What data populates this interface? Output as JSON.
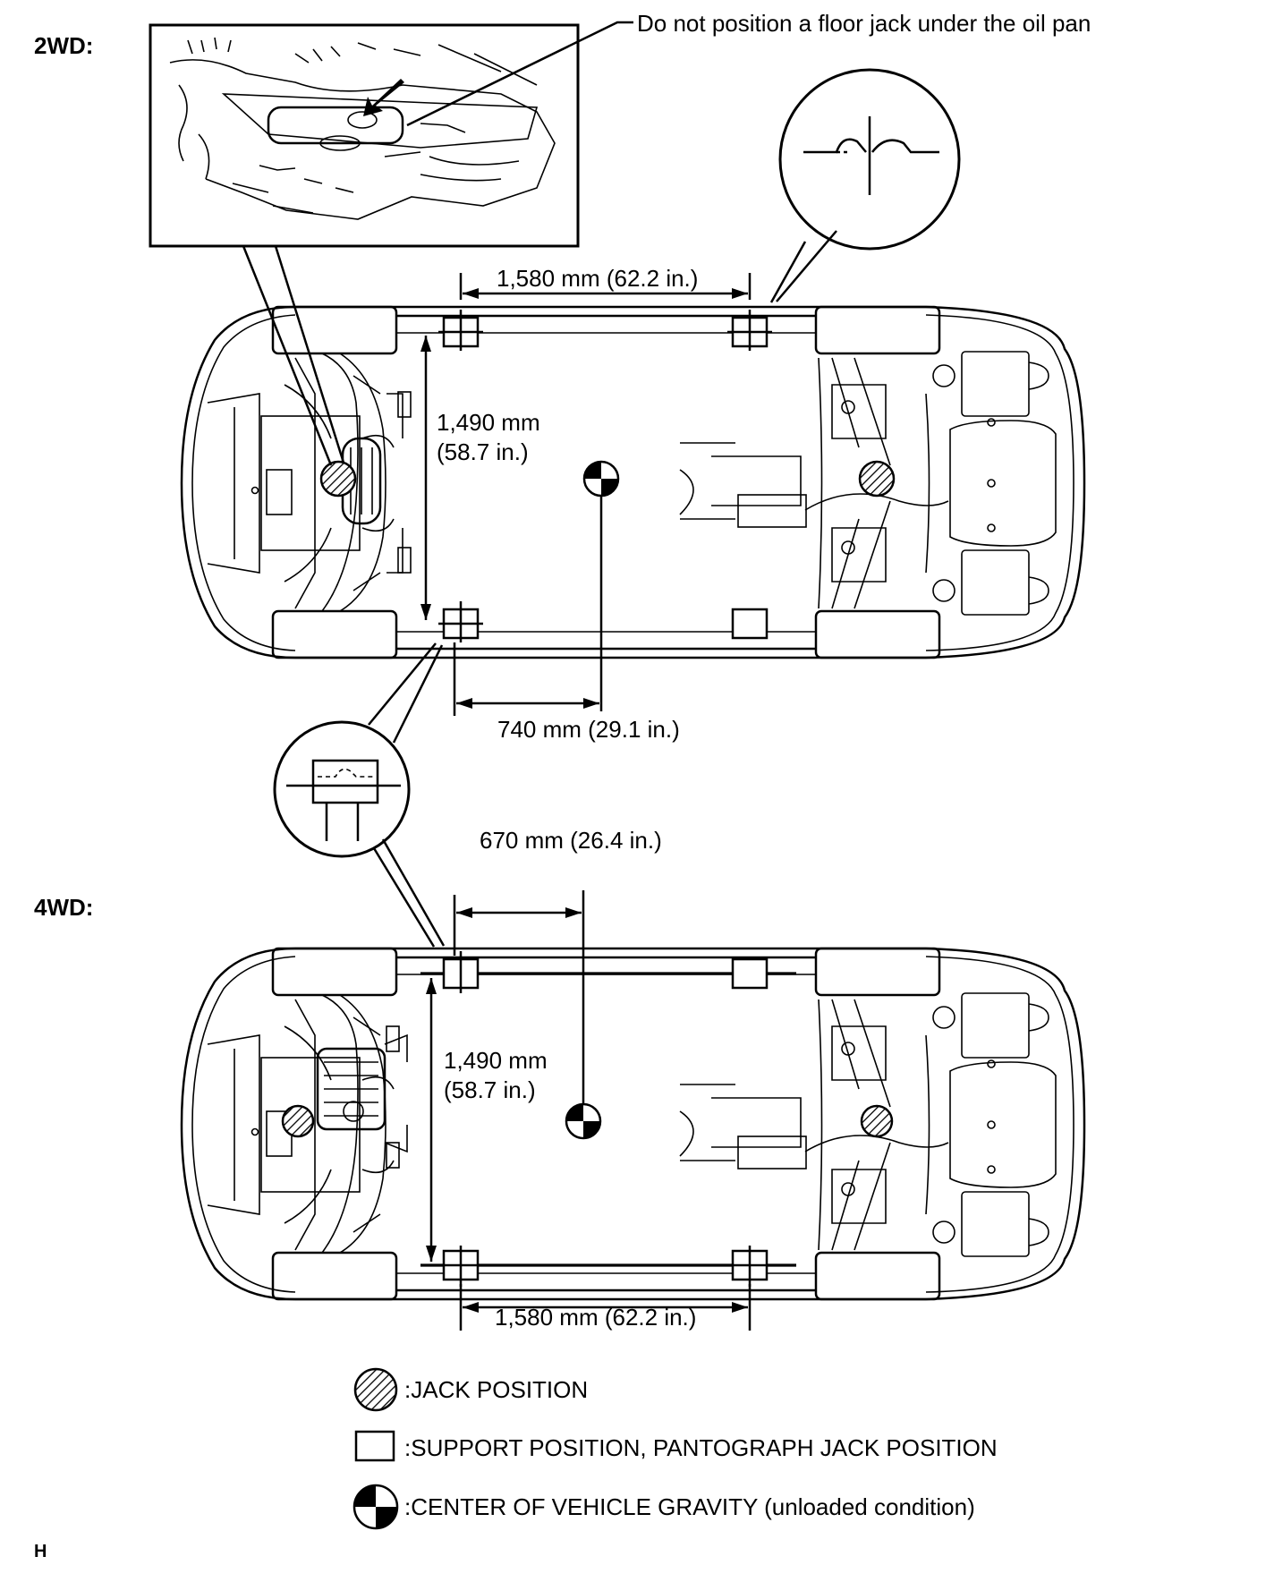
{
  "headers": {
    "wd2": "2WD:",
    "wd4": "4WD:",
    "corner": "H"
  },
  "callout_oil_pan": "Do not position a floor jack under the oil pan",
  "dims_2wd": {
    "support_span": "1,580 mm (62.2 in.)",
    "width_line1": "1,490 mm",
    "width_line2": "(58.7 in.)",
    "cg_offset": "740 mm (29.1 in.)"
  },
  "dims_4wd": {
    "cg_offset": "670 mm (26.4 in.)",
    "width_line1": "1,490 mm",
    "width_line2": "(58.7 in.)",
    "support_span": "1,580 mm (62.2 in.)"
  },
  "legend": [
    {
      "symbol": "hatched-circle-icon",
      "text": ":JACK POSITION"
    },
    {
      "symbol": "square-icon",
      "text": ":SUPPORT POSITION, PANTOGRAPH JACK POSITION"
    },
    {
      "symbol": "cg-symbol-icon",
      "text": ":CENTER OF VEHICLE GRAVITY (unloaded condition)"
    }
  ]
}
